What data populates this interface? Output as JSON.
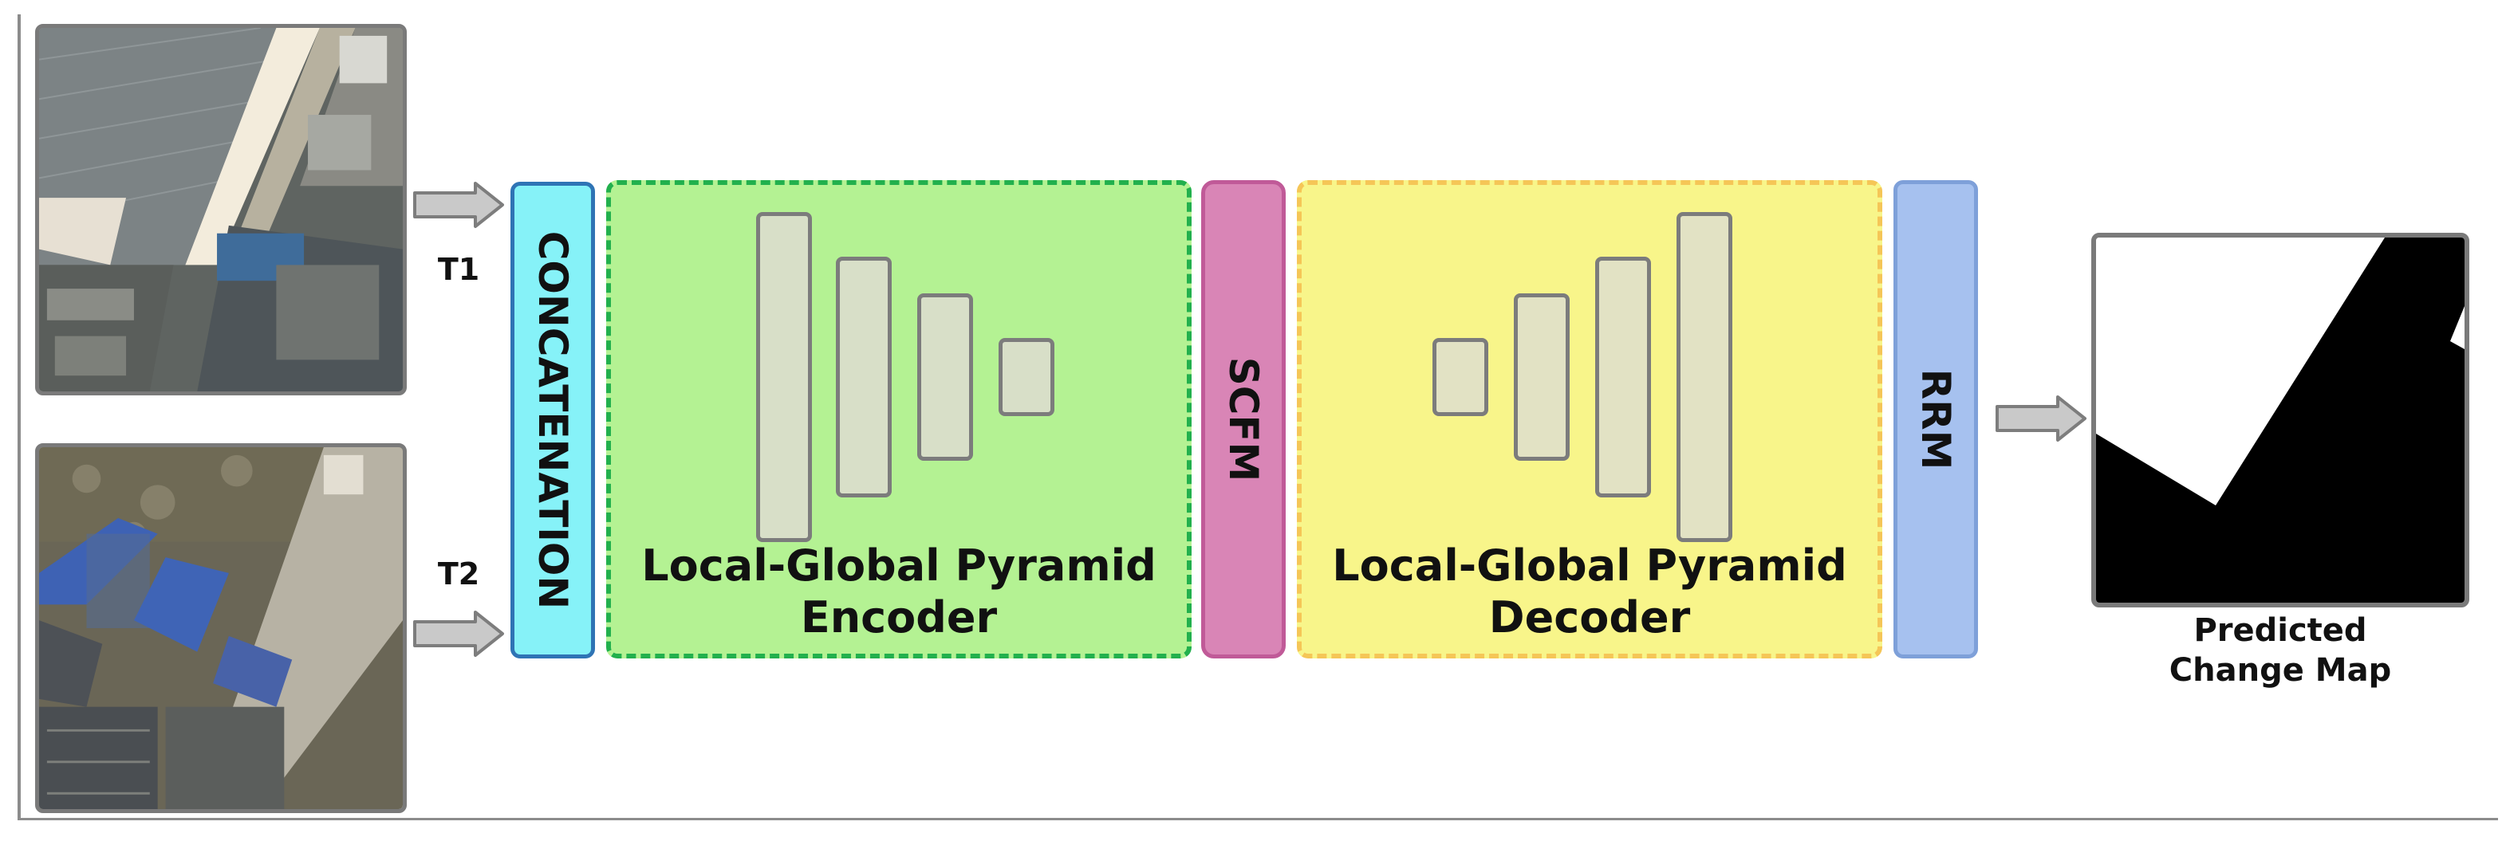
{
  "inputs": {
    "t1_label": "T1",
    "t2_label": "T2"
  },
  "modules": {
    "concatenation": "CONCATENATION",
    "encoder_line1": "Local-Global Pyramid",
    "encoder_line2": "Encoder",
    "scfm": "SCFM",
    "decoder_line1": "Local-Global Pyramid",
    "decoder_line2": "Decoder",
    "rrm": "RRM"
  },
  "output": {
    "label_line1": "Predicted",
    "label_line2": "Change Map"
  },
  "colors": {
    "concatenation_fill": "#86f2f8",
    "encoder_fill": "#b4f293",
    "encoder_border": "#22b04d",
    "scfm_fill": "#d985b6",
    "decoder_fill": "#f8f58a",
    "decoder_border": "#f5c657",
    "rrm_fill": "#a6c1ef"
  }
}
